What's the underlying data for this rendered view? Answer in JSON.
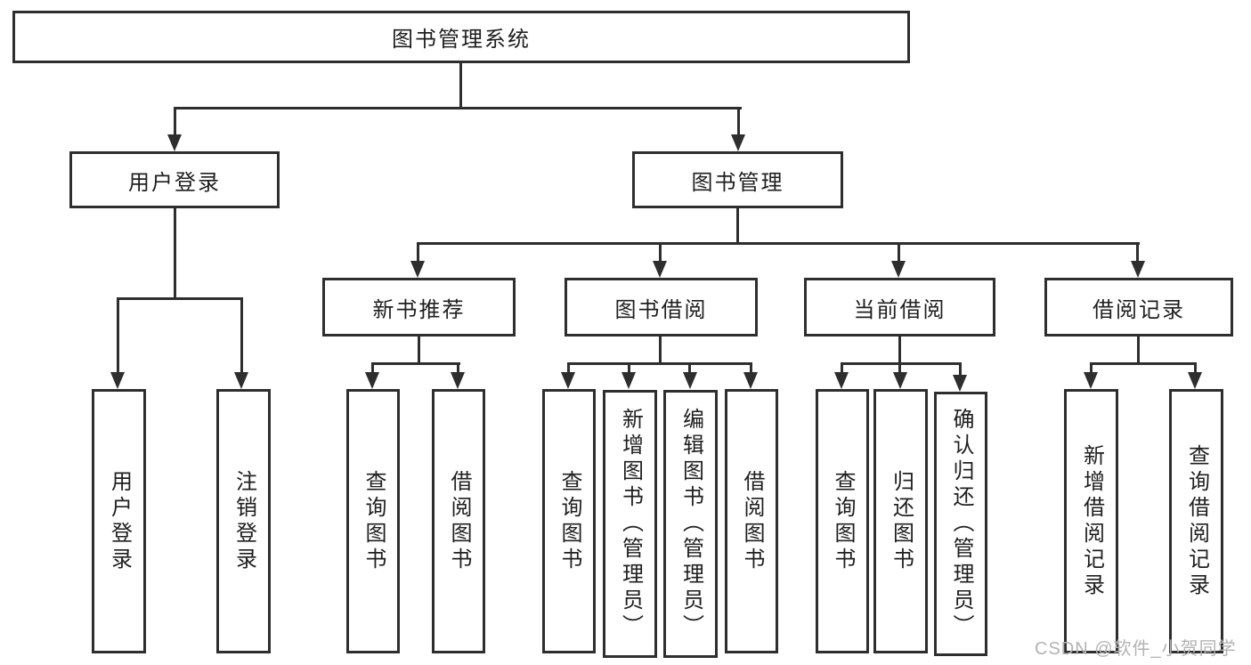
{
  "diagram": {
    "root": "图书管理系统",
    "branches": [
      {
        "label": "用户登录",
        "children": [
          "用户登录",
          "注销登录"
        ]
      },
      {
        "label": "图书管理",
        "children": [
          {
            "label": "新书推荐",
            "children": [
              "查询图书",
              "借阅图书"
            ]
          },
          {
            "label": "图书借阅",
            "children": [
              "查询图书",
              "新增图书（管理员）",
              "编辑图书（管理员）",
              "借阅图书"
            ]
          },
          {
            "label": "当前借阅",
            "children": [
              "查询图书",
              "归还图书",
              "确认归还（管理员）"
            ]
          },
          {
            "label": "借阅记录",
            "children": [
              "新增借阅记录",
              "查询借阅记录"
            ]
          }
        ]
      }
    ]
  },
  "watermark": {
    "text": "CSDN @软件_小贺同学",
    "color": "#b3b3b3"
  },
  "colors": {
    "line": "#2e2e2e",
    "text": "#1f1f1f",
    "node_background": "#ffffff",
    "page_background": "#ffffff"
  }
}
